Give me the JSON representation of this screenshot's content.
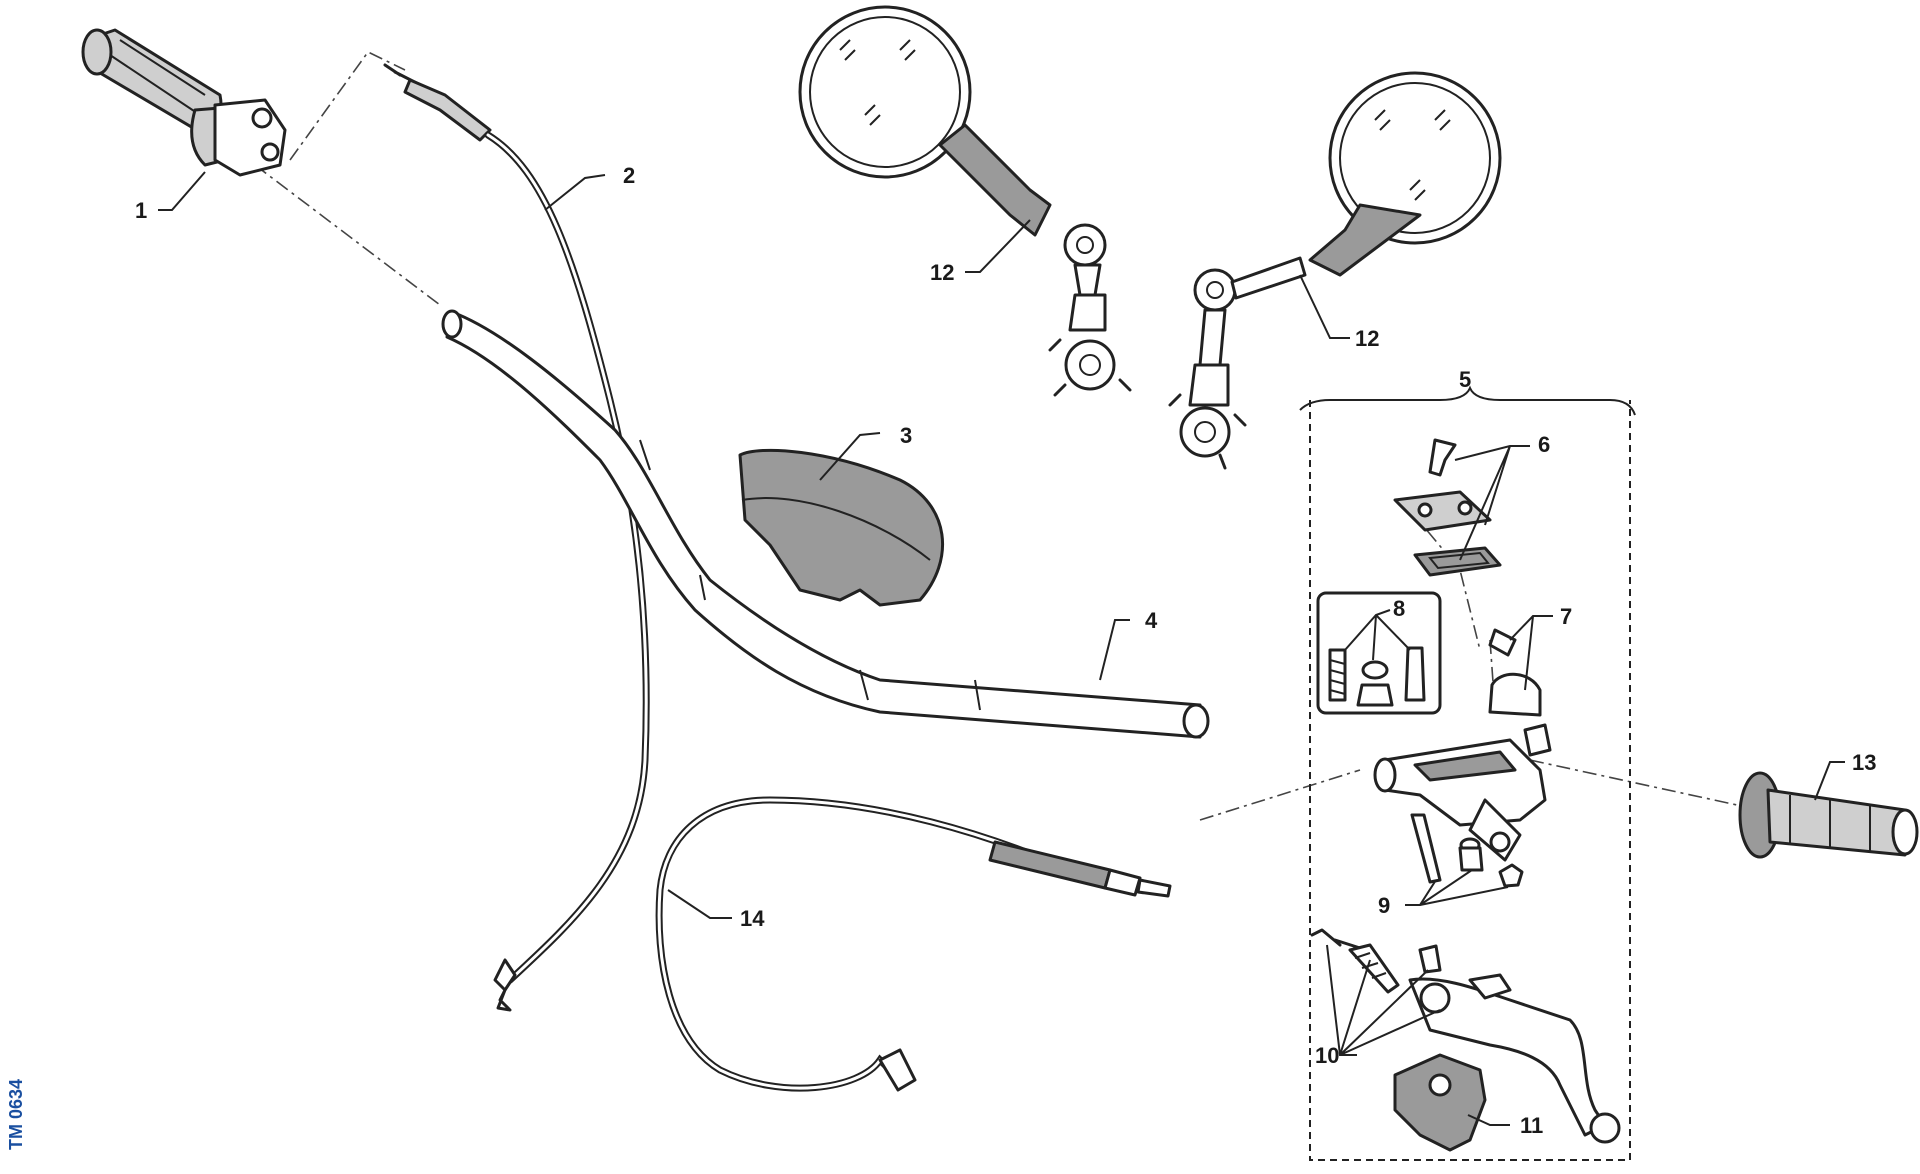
{
  "callouts": {
    "c1": "1",
    "c2": "2",
    "c3": "3",
    "c4": "4",
    "c5": "5",
    "c6": "6",
    "c7": "7",
    "c8": "8",
    "c9": "9",
    "c10": "10",
    "c11": "11",
    "c12a": "12",
    "c12b": "12",
    "c13": "13",
    "c14": "14"
  },
  "reference_code": "TM 0634",
  "colors": {
    "line": "#222222",
    "fill_grey": "#9a9a9a",
    "fill_light": "#cfcfcf",
    "reference_text": "#1a4fa0"
  }
}
